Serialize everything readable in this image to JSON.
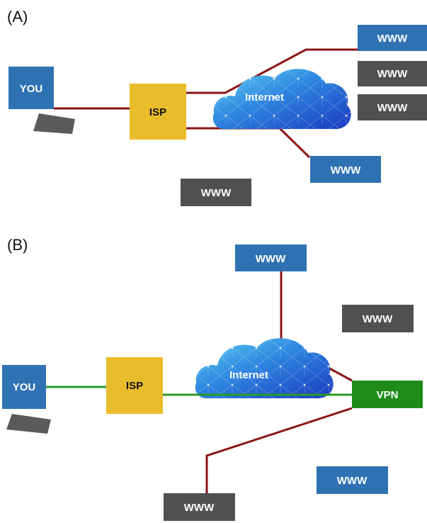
{
  "panels": {
    "a": {
      "label": "(A)",
      "you": "YOU",
      "isp": "ISP",
      "internet": "Internet",
      "www_blue": [
        "WWW",
        "WWW"
      ],
      "www_gray": [
        "WWW",
        "WWW",
        "WWW"
      ]
    },
    "b": {
      "label": "(B)",
      "you": "YOU",
      "isp": "ISP",
      "internet": "Internet",
      "vpn": "VPN",
      "www_blue": [
        "WWW",
        "WWW"
      ],
      "www_gray": [
        "WWW",
        "WWW"
      ]
    }
  },
  "colors": {
    "site_blue": "#2f72b4",
    "site_gray": "#505050",
    "isp_yellow": "#e9bc2b",
    "vpn_green": "#1f8c1a",
    "link_red": "#8b1414",
    "link_green": "#2a9a25",
    "device_gray": "#5a5a5a",
    "cloud_dark": "#1c3fc4",
    "cloud_light": "#4ec3ee"
  }
}
